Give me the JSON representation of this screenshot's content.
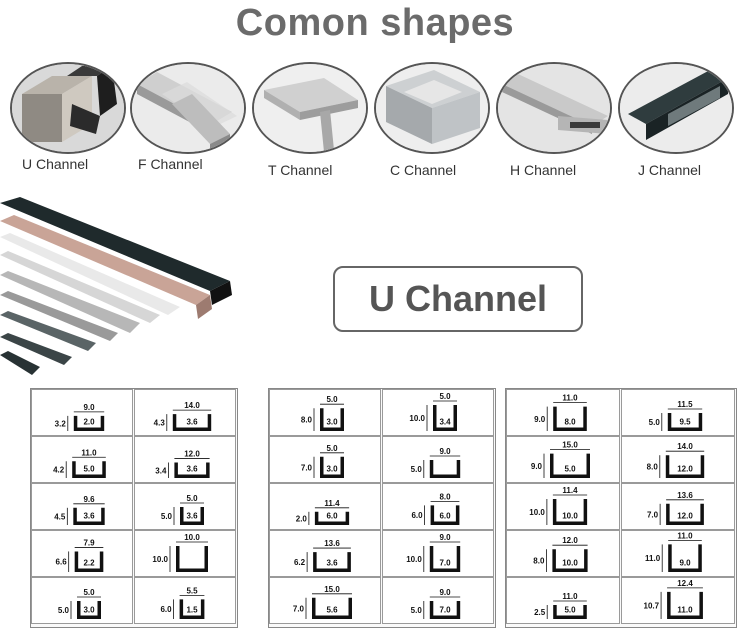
{
  "title": "Comon shapes",
  "shapes": [
    {
      "label": "U Channel",
      "icon": "u-channel-photo"
    },
    {
      "label": "F Channel",
      "icon": "f-channel-photo"
    },
    {
      "label": "T Channel",
      "icon": "t-channel-photo"
    },
    {
      "label": "C Channel",
      "icon": "c-channel-photo"
    },
    {
      "label": "H Channel",
      "icon": "h-channel-photo"
    },
    {
      "label": "J Channel",
      "icon": "j-channel-photo"
    }
  ],
  "section_title": "U Channel",
  "profiles": [
    [
      [
        {
          "w": "9.0",
          "h": "3.2",
          "i": "2.0"
        },
        {
          "w": "14.0",
          "h": "4.3",
          "i": "3.6"
        }
      ],
      [
        {
          "w": "11.0",
          "h": "4.2",
          "i": "5.0"
        },
        {
          "w": "12.0",
          "h": "3.4",
          "i": "3.6"
        }
      ],
      [
        {
          "w": "9.6",
          "h": "4.5",
          "i": "3.6"
        },
        {
          "w": "5.0",
          "h": "5.0",
          "i": "3.6"
        }
      ],
      [
        {
          "w": "7.9",
          "h": "6.6",
          "i": "2.2"
        },
        {
          "w": "10.0",
          "h": "10.0",
          "i": ""
        }
      ],
      [
        {
          "w": "5.0",
          "h": "5.0",
          "i": "3.0"
        },
        {
          "w": "5.5",
          "h": "6.0",
          "i": "1.5"
        }
      ]
    ],
    [
      [
        {
          "w": "5.0",
          "h": "8.0",
          "i": "3.0"
        },
        {
          "w": "5.0",
          "h": "10.0",
          "i": "3.4"
        }
      ],
      [
        {
          "w": "5.0",
          "h": "7.0",
          "i": "3.0"
        },
        {
          "w": "9.0",
          "h": "5.0",
          "i": ""
        }
      ],
      [
        {
          "w": "11.4",
          "h": "2.0",
          "i": "6.0"
        },
        {
          "w": "8.0",
          "h": "6.0",
          "i": "6.0"
        }
      ],
      [
        {
          "w": "13.6",
          "h": "6.2",
          "i": "3.6"
        },
        {
          "w": "9.0",
          "h": "10.0",
          "i": "7.0"
        }
      ],
      [
        {
          "w": "15.0",
          "h": "7.0",
          "i": "5.6"
        },
        {
          "w": "9.0",
          "h": "5.0",
          "i": "7.0"
        }
      ]
    ],
    [
      [
        {
          "w": "11.0",
          "h": "9.0",
          "i": "8.0"
        },
        {
          "w": "11.5",
          "h": "5.0",
          "i": "9.5"
        }
      ],
      [
        {
          "w": "15.0",
          "h": "9.0",
          "i": "5.0"
        },
        {
          "w": "14.0",
          "h": "8.0",
          "i": "12.0"
        }
      ],
      [
        {
          "w": "11.4",
          "h": "10.0",
          "i": "10.0"
        },
        {
          "w": "13.6",
          "h": "7.0",
          "i": "12.0"
        }
      ],
      [
        {
          "w": "12.0",
          "h": "8.0",
          "i": "10.0"
        },
        {
          "w": "11.0",
          "h": "11.0",
          "i": "9.0"
        }
      ],
      [
        {
          "w": "11.0",
          "h": "2.5",
          "i": "5.0"
        },
        {
          "w": "12.4",
          "h": "10.7",
          "i": "11.0"
        }
      ]
    ]
  ]
}
